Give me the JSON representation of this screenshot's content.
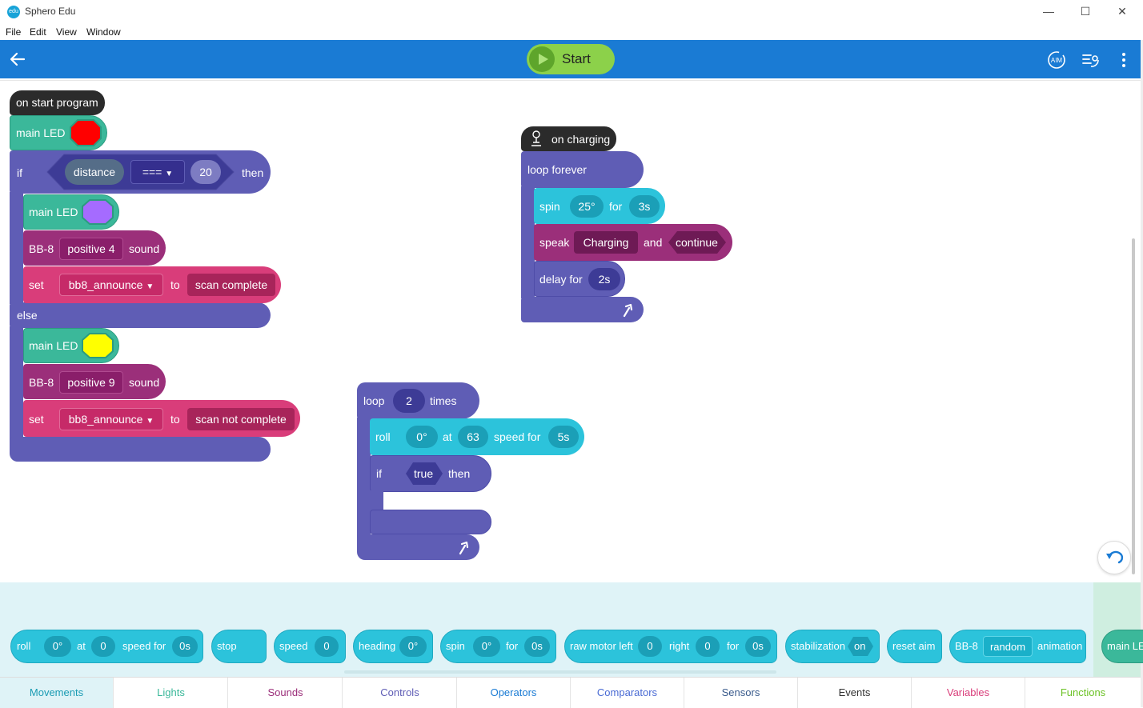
{
  "window": {
    "app_icon_text": "edu",
    "title": "Sphero Edu",
    "minimize": "—",
    "maximize": "☐",
    "close": "✕"
  },
  "menu": [
    "File",
    "Edit",
    "View",
    "Window"
  ],
  "toolbar": {
    "start_label": "Start",
    "aim_label": "AIM"
  },
  "colors": {
    "toolbar_bg": "#1a7bd4",
    "start_green": "#8cd14a",
    "hat_block": "#2b2b2b",
    "led_block": "#3bb89a",
    "control_block": "#5f5db5",
    "sound_block": "#9b2f7a",
    "variable_block": "#d93d7a",
    "movement_block": "#2cc3db",
    "led_red": "#ff0000",
    "led_purple": "#a56bff",
    "led_yellow": "#ffff00"
  },
  "program1": {
    "hat_label": "on start program",
    "led1_label": "main LED",
    "if_label": "if",
    "sensor": "distance",
    "operator": "===",
    "compare_value": "20",
    "then_label": "then",
    "led2_label": "main LED",
    "bb8_label": "BB-8",
    "sound1": "positive 4",
    "sound_label": "sound",
    "set_label": "set",
    "variable": "bb8_announce",
    "to_label": "to",
    "value1": "scan complete",
    "else_label": "else",
    "led3_label": "main LED",
    "bb8_label2": "BB-8",
    "sound2": "positive 9",
    "sound_label2": "sound",
    "set_label2": "set",
    "variable2": "bb8_announce",
    "to_label2": "to",
    "value2": "scan not complete"
  },
  "program2": {
    "hat_label": "on charging",
    "loop_label": "loop forever",
    "spin_label": "spin",
    "spin_angle": "25°",
    "for_label": "for",
    "spin_time": "3s",
    "speak_label": "speak",
    "speak_text": "Charging",
    "and_label": "and",
    "speak_mode": "continue",
    "delay_label": "delay for",
    "delay_time": "2s"
  },
  "program3": {
    "loop_label": "loop",
    "loop_count": "2",
    "times_label": "times",
    "roll_label": "roll",
    "roll_heading": "0°",
    "at_label": "at",
    "roll_speed": "63",
    "speed_for_label": "speed for",
    "roll_time": "5s",
    "if_label": "if",
    "condition": "true",
    "then_label": "then"
  },
  "palette": {
    "roll": "roll",
    "roll_heading": "0°",
    "roll_at": "at",
    "roll_speed": "0",
    "roll_speed_for": "speed for",
    "roll_time": "0s",
    "stop": "stop",
    "speed": "speed",
    "speed_value": "0",
    "heading": "heading",
    "heading_value": "0°",
    "spin": "spin",
    "spin_value": "0°",
    "spin_for": "for",
    "spin_time": "0s",
    "raw_motor": "raw motor left",
    "raw_left": "0",
    "raw_right_label": "right",
    "raw_right": "0",
    "raw_for": "for",
    "raw_time": "0s",
    "stabilization": "stabilization",
    "stabilization_value": "on",
    "reset_aim": "reset aim",
    "bb8": "BB-8",
    "bb8_anim": "random",
    "animation": "animation",
    "main_led_partial": "main LE"
  },
  "tabs": [
    {
      "label": "Movements",
      "color": "#1a9bb3"
    },
    {
      "label": "Lights",
      "color": "#3bb89a"
    },
    {
      "label": "Sounds",
      "color": "#9b2f7a"
    },
    {
      "label": "Controls",
      "color": "#5f5db5"
    },
    {
      "label": "Operators",
      "color": "#1a7bd4"
    },
    {
      "label": "Comparators",
      "color": "#4a6bd4"
    },
    {
      "label": "Sensors",
      "color": "#3a5b8c"
    },
    {
      "label": "Events",
      "color": "#333333"
    },
    {
      "label": "Variables",
      "color": "#d93d7a"
    },
    {
      "label": "Functions",
      "color": "#6cc226"
    }
  ]
}
